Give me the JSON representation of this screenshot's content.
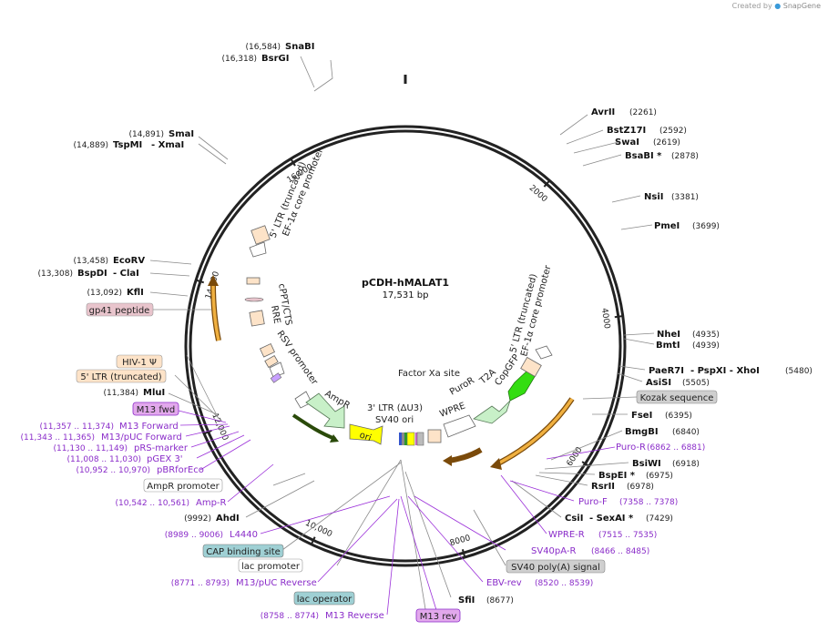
{
  "credit": {
    "prefix": "Created by",
    "brand": "SnapGene"
  },
  "plasmid": {
    "name": "pCDH-hMALAT1",
    "length": "17,531 bp"
  },
  "ruler": [
    "2000",
    "4000",
    "6000",
    "8000",
    "10,000",
    "12,000",
    "14,000",
    "16,000"
  ],
  "sites": [
    {
      "name": "SnaBI",
      "pos": "(16,584)"
    },
    {
      "name": "BsrGI",
      "pos": "(16,318)"
    },
    {
      "name": "SmaI",
      "pos": "(14,891)"
    },
    {
      "name": "TspMI",
      "suffix": "- XmaI",
      "pos": "(14,889)"
    },
    {
      "name": "EcoRV",
      "pos": "(13,458)"
    },
    {
      "name": "BspDI",
      "suffix": "- ClaI",
      "pos": "(13,308)"
    },
    {
      "name": "KflI",
      "pos": "(13,092)"
    },
    {
      "name": "MluI",
      "pos": "(11,384)"
    },
    {
      "name": "AhdI",
      "pos": "(9992)"
    },
    {
      "name": "SfiI",
      "pos": "(8677)"
    },
    {
      "name": "AvrII",
      "pos": "(2261)"
    },
    {
      "name": "BstZ17I",
      "pos": "(2592)"
    },
    {
      "name": "SwaI",
      "pos": "(2619)"
    },
    {
      "name": "BsaBI *",
      "pos": "(2878)"
    },
    {
      "name": "NsiI",
      "pos": "(3381)"
    },
    {
      "name": "PmeI",
      "pos": "(3699)"
    },
    {
      "name": "NheI",
      "pos": "(4935)"
    },
    {
      "name": "BmtI",
      "pos": "(4939)"
    },
    {
      "name": "PaeR7I",
      "suffix": "- PspXI  - XhoI",
      "pos": "(5480)"
    },
    {
      "name": "AsiSI",
      "pos": "(5505)"
    },
    {
      "name": "FseI",
      "pos": "(6395)"
    },
    {
      "name": "BmgBI",
      "pos": "(6840)"
    },
    {
      "name": "BsiWI",
      "pos": "(6918)"
    },
    {
      "name": "BspEI *",
      "pos": "(6975)"
    },
    {
      "name": "RsrII",
      "pos": "(6978)"
    },
    {
      "name": "CsiI",
      "suffix": "- SexAI *",
      "pos": "(7429)"
    }
  ],
  "primers": [
    {
      "name": "gp41 peptide",
      "style": "pink"
    },
    {
      "name": "HIV-1 Ψ",
      "style": "peach"
    },
    {
      "name": "5' LTR (truncated)",
      "style": "peach"
    },
    {
      "name": "M13 fwd",
      "style": "violet"
    },
    {
      "name": "M13 Forward",
      "pos": "(11,357 .. 11,374)"
    },
    {
      "name": "M13/pUC Forward",
      "pos": "(11,343 .. 11,365)"
    },
    {
      "name": "pRS-marker",
      "pos": "(11,130 .. 11,149)"
    },
    {
      "name": "pGEX 3'",
      "pos": "(11,008 .. 11,030)"
    },
    {
      "name": "pBRforEco",
      "pos": "(10,952 .. 10,970)"
    },
    {
      "name": "AmpR promoter",
      "style": "white"
    },
    {
      "name": "Amp-R",
      "pos": "(10,542 .. 10,561)"
    },
    {
      "name": "L4440",
      "pos": "(8989 .. 9006)"
    },
    {
      "name": "CAP binding site",
      "style": "teal"
    },
    {
      "name": "lac promoter",
      "style": "white"
    },
    {
      "name": "M13/pUC Reverse",
      "pos": "(8771 .. 8793)"
    },
    {
      "name": "lac operator",
      "style": "teal"
    },
    {
      "name": "M13 Reverse",
      "pos": "(8758 .. 8774)"
    },
    {
      "name": "M13 rev",
      "style": "violet"
    },
    {
      "name": "Kozak sequence",
      "style": "gray"
    },
    {
      "name": "Puro-R",
      "pos": "(6862 .. 6881)"
    },
    {
      "name": "Puro-F",
      "pos": "(7358 .. 7378)"
    },
    {
      "name": "WPRE-R",
      "pos": "(7515 .. 7535)"
    },
    {
      "name": "SV40pA-R",
      "pos": "(8466 .. 8485)"
    },
    {
      "name": "SV40 poly(A) signal",
      "style": "gray"
    },
    {
      "name": "EBV-rev",
      "pos": "(8520 .. 8539)"
    }
  ],
  "inner_features": [
    "5' LTR (truncated)",
    "EF-1α core promoter",
    "cPPT/CTS",
    "RRE",
    "RSV promoter",
    "AmpR",
    "ori",
    "3' LTR (ΔU3)",
    "SV40 ori",
    "Factor Xa site",
    "WPRE",
    "PuroR",
    "T2A",
    "CopGFP",
    "5' LTR (truncated)",
    "EF-1α core promoter"
  ],
  "colors": {
    "backbone": "#222222",
    "enzyme_text": "#111111",
    "primer_text": "#8a2cc9",
    "ampr_arrow": "#c8f0c8",
    "ori_arrow": "#ffff00",
    "copgfp_arrow": "#33dd11",
    "ltr_box": "#fde3c8",
    "orange_arrow": "#e8a33c"
  }
}
